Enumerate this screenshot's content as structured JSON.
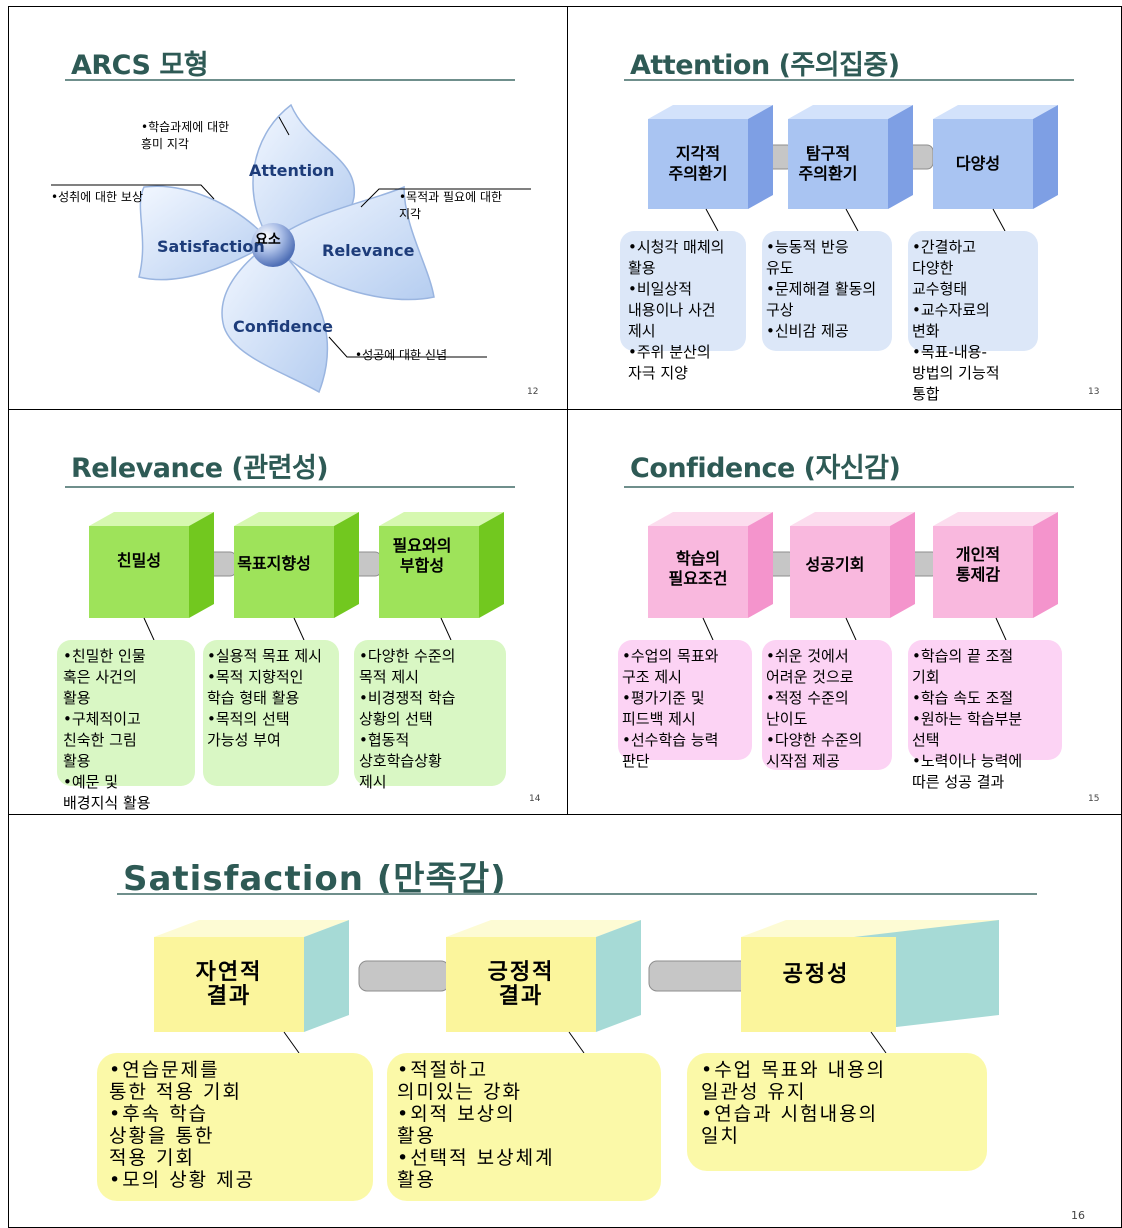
{
  "slide12": {
    "title": "ARCS 모형",
    "center": "요소",
    "attention": "Attention",
    "relevance": "Relevance",
    "satisfaction": "Satisfaction",
    "confidence": "Confidence",
    "note_attention": "•학습과제에 대한\n흥미 지각",
    "note_satisfaction": "•성취에 대한 보상",
    "note_relevance": "•목적과 필요에 대한\n지각",
    "note_confidence": "•성공에 대한 신념",
    "page": "12"
  },
  "slide13": {
    "title": "Attention (주의집중)",
    "boxes": [
      "지각적\n주의환기",
      "탐구적\n주의환기",
      "다양성"
    ],
    "details": [
      "•시청각 매체의\n활용\n•비일상적\n내용이나 사건\n제시\n•주위 분산의\n자극 지양",
      "•능동적 반응\n유도\n•문제해결 활동의\n구상\n•신비감 제공",
      "•간결하고\n다양한\n교수형태\n•교수자료의\n변화\n•목표-내용-\n방법의 기능적\n통합"
    ],
    "page": "13"
  },
  "slide14": {
    "title": "Relevance (관련성)",
    "boxes": [
      "친밀성",
      "목표지향성",
      "필요와의\n부합성"
    ],
    "details": [
      "•친밀한 인물\n혹은 사건의\n활용\n•구체적이고\n친숙한 그림\n활용\n•예문 및\n배경지식 활용",
      "•실용적 목표 제시\n•목적 지향적인\n학습 형태 활용\n•목적의 선택\n가능성 부여",
      "•다양한 수준의\n목적 제시\n•비경쟁적 학습\n상황의 선택\n•협동적\n상호학습상황\n제시"
    ],
    "page": "14"
  },
  "slide15": {
    "title": "Confidence (자신감)",
    "boxes": [
      "학습의\n필요조건",
      "성공기회",
      "개인적\n통제감"
    ],
    "details": [
      "•수업의 목표와\n구조 제시\n•평가기준 및\n피드백 제시\n•선수학습 능력\n판단",
      "•쉬운 것에서\n어려운 것으로\n•적정 수준의\n난이도\n•다양한 수준의\n시작점 제공",
      "•학습의 끝 조절\n기회\n•학습 속도 조절\n•원하는 학습부분\n선택\n•노력이나 능력에\n따른 성공 결과"
    ],
    "page": "15"
  },
  "slide16": {
    "title": "Satisfaction (만족감)",
    "boxes": [
      "자연적\n결과",
      "긍정적\n결과",
      "공정성"
    ],
    "details": [
      "•연습문제를\n통한 적용 기회\n•후속 학습\n상황을 통한\n적용 기회\n•모의 상황 제공",
      "•적절하고\n의미있는 강화\n•외적 보상의\n활용\n•선택적 보상체계\n활용",
      "•수업 목표와 내용의\n일관성 유지\n•연습과 시험내용의\n일치"
    ],
    "page": "16"
  },
  "colors": {
    "title": "#2e5a55",
    "blue_front": "#a9c4f2",
    "blue_top": "#d3e2fb",
    "blue_side": "#7e9fe4",
    "blue_bubble": "#dce7f8",
    "green_front": "#9ee35a",
    "green_top": "#d6f8b0",
    "green_side": "#72c81f",
    "green_bubble": "#d9f7c4",
    "pink_front": "#f9b8de",
    "pink_top": "#fcdcee",
    "pink_side": "#f494cc",
    "pink_bubble": "#fcd3f4",
    "yellow_front": "#fbf59c",
    "yellow_top": "#fdfbd4",
    "yellow_side": "#a6dad6",
    "yellow_bubble": "#fbf9a8"
  }
}
